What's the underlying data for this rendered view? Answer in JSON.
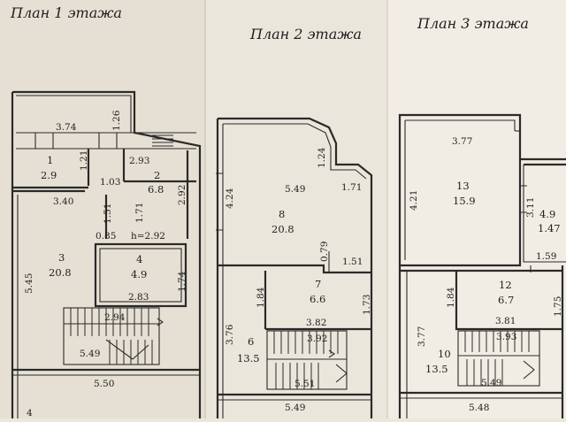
{
  "floor1": {
    "title": "План 1 этажа",
    "dims": {
      "d374": "3.74",
      "d126": "1.26",
      "d121": "1.21",
      "d293": "2.93",
      "d103": "1.03",
      "d292": "2.92",
      "d340": "3.40",
      "d151": "1.51",
      "d171": "1.71",
      "d085": "0.85",
      "h292": "h=2.92",
      "d545": "5.45",
      "d174": "1.74",
      "d283": "2.83",
      "d294": "2.94",
      "d549": "5.49",
      "d550": "5.50"
    },
    "rooms": [
      {
        "num": "1",
        "area": "2.9"
      },
      {
        "num": "2",
        "area": "6.8"
      },
      {
        "num": "3",
        "area": "20.8"
      },
      {
        "num": "4",
        "area": "4.9"
      }
    ]
  },
  "floor2": {
    "title": "План 2 этажа",
    "dims": {
      "d424": "4.24",
      "d124": "1.24",
      "d549a": "5.49",
      "d171": "1.71",
      "d079": "0.79",
      "d151": "1.51",
      "d184": "1.84",
      "d173": "1.73",
      "d376": "3.76",
      "d382": "3.82",
      "d392": "3.92",
      "d551": "5.51",
      "d549b": "5.49"
    },
    "rooms": [
      {
        "num": "8",
        "area": "20.8"
      },
      {
        "num": "7",
        "area": "6.6"
      },
      {
        "num": "6",
        "area": "13.5"
      }
    ]
  },
  "floor3": {
    "title": "План 3 этажа",
    "dims": {
      "d377a": "3.77",
      "d421": "4.21",
      "d311": "3.11",
      "d159": "1.59",
      "d184": "1.84",
      "d175": "1.75",
      "d377b": "3.77",
      "d381": "3.81",
      "d393": "3.93",
      "d549": "5.49",
      "d548": "5.48"
    },
    "rooms": [
      {
        "num": "13",
        "area": "15.9"
      },
      {
        "num": "4.9",
        "area": "1.47"
      },
      {
        "num": "12",
        "area": "6.7"
      },
      {
        "num": "10",
        "area": "13.5"
      }
    ]
  },
  "edge_mark": "4"
}
